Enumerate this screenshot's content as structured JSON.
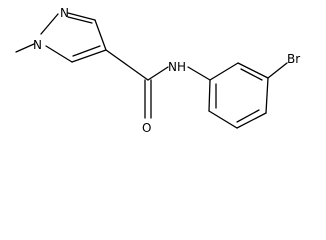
{
  "molecule": {
    "atoms": {
      "n_ring_top": "N",
      "n_methyl": "N",
      "nh": "NH",
      "o": "O",
      "br": "Br"
    },
    "colors": {
      "bond": "#000000",
      "text": "#000000",
      "background": "#ffffff"
    }
  }
}
